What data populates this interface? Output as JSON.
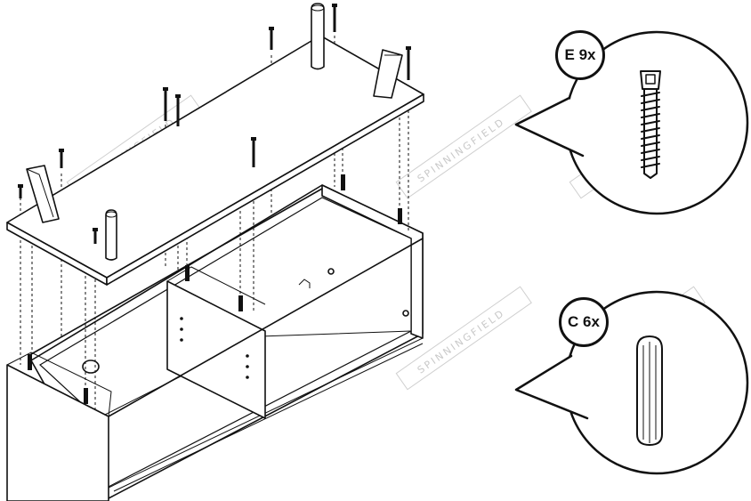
{
  "callouts": [
    {
      "part_letter": "E",
      "quantity": "9x",
      "part": "screw"
    },
    {
      "part_letter": "C",
      "quantity": "6x",
      "part": "wooden-dowel"
    }
  ],
  "watermark": {
    "text": "SPINNINGFIELD",
    "color": "#c9c9c9"
  },
  "colors": {
    "ink": "#111111",
    "background": "#ffffff"
  }
}
